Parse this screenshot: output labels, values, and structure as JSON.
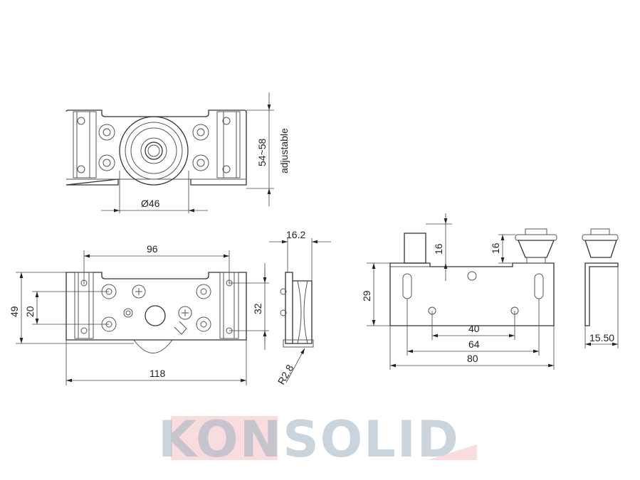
{
  "watermark": {
    "text": "KONSOLID",
    "colors": {
      "text": "#9fb2c0",
      "band": "#f3c4c8"
    }
  },
  "top_view": {
    "height_dim": "54~58",
    "height_note": "adjustable",
    "wheel_dia": "Ø46"
  },
  "front_view": {
    "hole_span": "96",
    "height": "49",
    "hole_pitch": "20",
    "width": "118",
    "bracket_height": "32"
  },
  "side_view": {
    "width": "16.2",
    "groove_radius": "R2.8"
  },
  "bracket_view": {
    "post_height": "16",
    "height": "29",
    "hole_inner": "40",
    "hole_outer": "64",
    "length": "80"
  },
  "wheel_view": {
    "height": "16"
  },
  "profile_view": {
    "width": "15.50"
  }
}
